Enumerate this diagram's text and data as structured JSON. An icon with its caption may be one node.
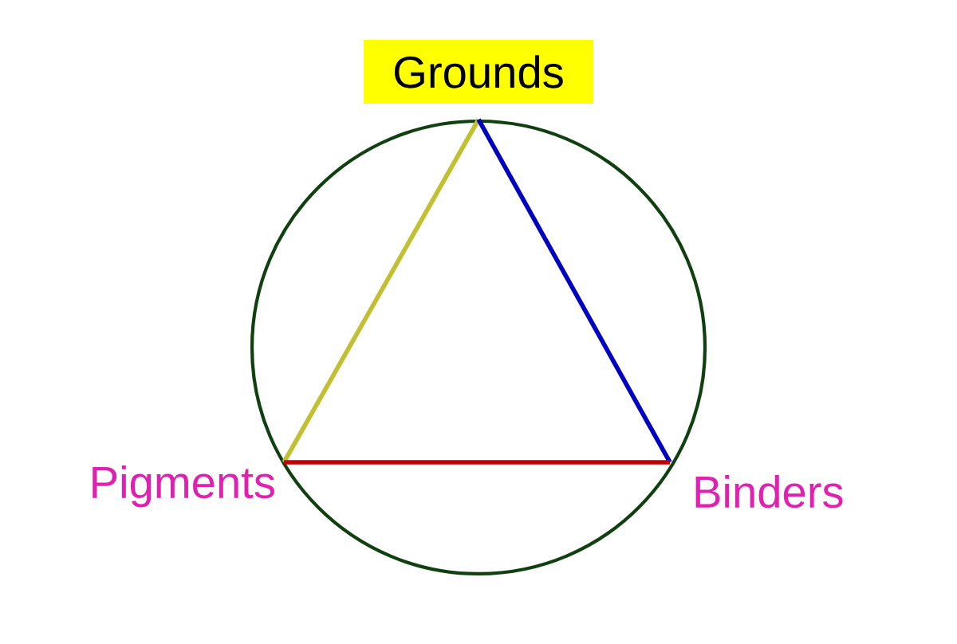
{
  "diagram": {
    "nodes": [
      {
        "text": [
          "Grounds"
        ]
      },
      {
        "text": [
          "Pigments"
        ]
      },
      {
        "text": [
          "Binders"
        ]
      }
    ],
    "edges": [
      {
        "from": 0,
        "to": 1,
        "arrow": "none",
        "color": "#c0c030"
      },
      {
        "from": 0,
        "to": 2,
        "arrow": "none",
        "color": "#0000c0"
      },
      {
        "from": 1,
        "to": 2,
        "arrow": "none",
        "color": "#c00000"
      }
    ]
  }
}
